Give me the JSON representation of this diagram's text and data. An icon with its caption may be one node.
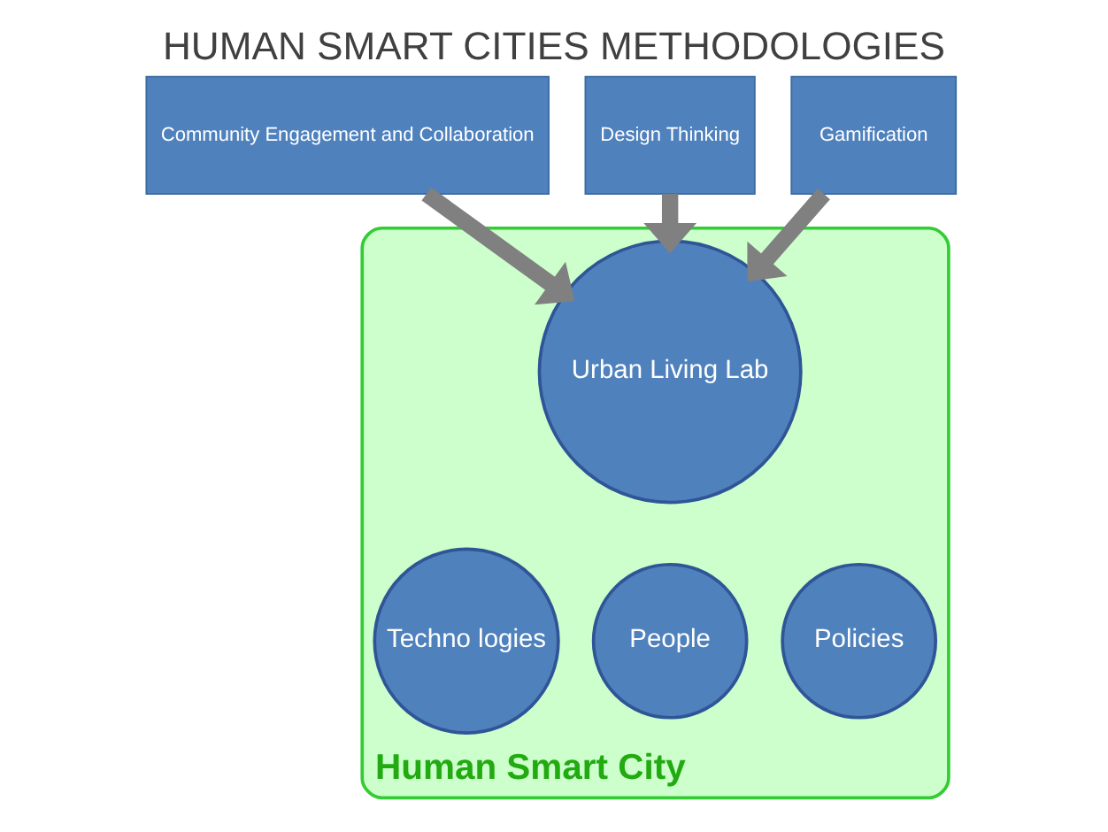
{
  "diagram": {
    "title": "HUMAN SMART CITIES METHODOLOGIES",
    "nodes": [
      {
        "text": [
          "Human Smart City"
        ]
      },
      {
        "text": [
          "Urban Living Lab"
        ],
        "in": 0
      },
      {
        "text": [
          "Techno logies"
        ],
        "in": 0
      },
      {
        "text": [
          "People"
        ],
        "in": 0
      },
      {
        "text": [
          "Policies"
        ],
        "in": 0
      },
      {
        "text": [
          "Community Engagement and Collaboration"
        ]
      },
      {
        "text": [
          "Design Thinking"
        ]
      },
      {
        "text": [
          "Gamification"
        ]
      }
    ],
    "edges": [
      {
        "from": 5,
        "to": 1,
        "arrow": "to"
      },
      {
        "from": 6,
        "to": 1,
        "arrow": "to"
      },
      {
        "from": 7,
        "to": 1,
        "arrow": "to"
      }
    ]
  }
}
